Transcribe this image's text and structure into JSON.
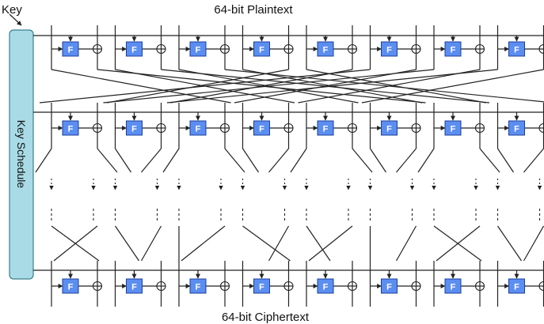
{
  "labels": {
    "key": "Key",
    "plaintext": "64-bit Plaintext",
    "ciphertext": "64-bit Ciphertext",
    "key_schedule": "Key Schedule",
    "f_function": "F"
  },
  "diagram": {
    "rounds_shown": 3,
    "f_boxes_per_round": 8,
    "colors": {
      "f_box_fill": "#5b8ef0",
      "f_box_stroke": "#1b3f9c",
      "key_schedule_fill": "#a9dbe6",
      "key_schedule_stroke": "#3b7f8c",
      "line": "#222222"
    }
  }
}
